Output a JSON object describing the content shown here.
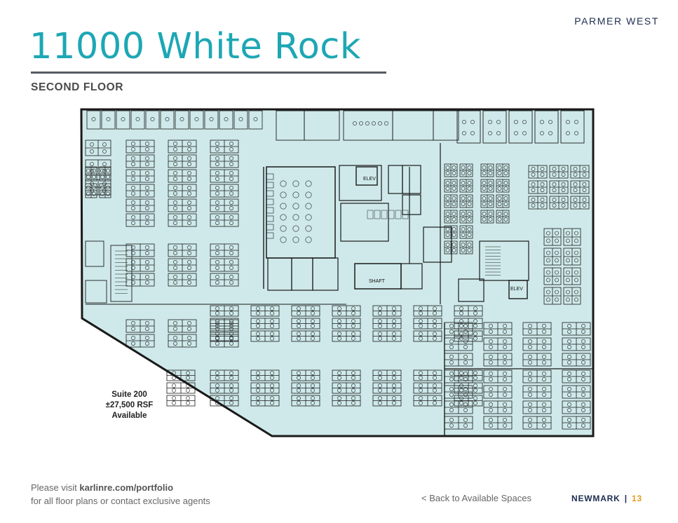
{
  "brand": {
    "name": "PARMER WEST"
  },
  "header": {
    "title": "11000 White Rock",
    "subtitle": "SECOND FLOOR"
  },
  "plan": {
    "fill_color": "#cfe9ea",
    "wall_color": "#1a1a1a",
    "suite": {
      "line1": "Suite 200",
      "line2": "±27,500 RSF",
      "line3": "Available"
    },
    "labels": {
      "elev_1": "ELEV",
      "elev_2": "ELEV",
      "shaft": "SHAFT"
    }
  },
  "footer": {
    "visit_prefix": "Please visit ",
    "visit_link": "karlinre.com/portfolio",
    "visit_line2": "for all floor plans or contact exclusive agents",
    "back_link": "< Back to Available Spaces",
    "brand": "NEWMARK",
    "separator": "|",
    "page_number": "13"
  },
  "colors": {
    "title": "#1da7b4",
    "brand_navy": "#1c2d4f",
    "page_accent": "#e59b1f"
  }
}
